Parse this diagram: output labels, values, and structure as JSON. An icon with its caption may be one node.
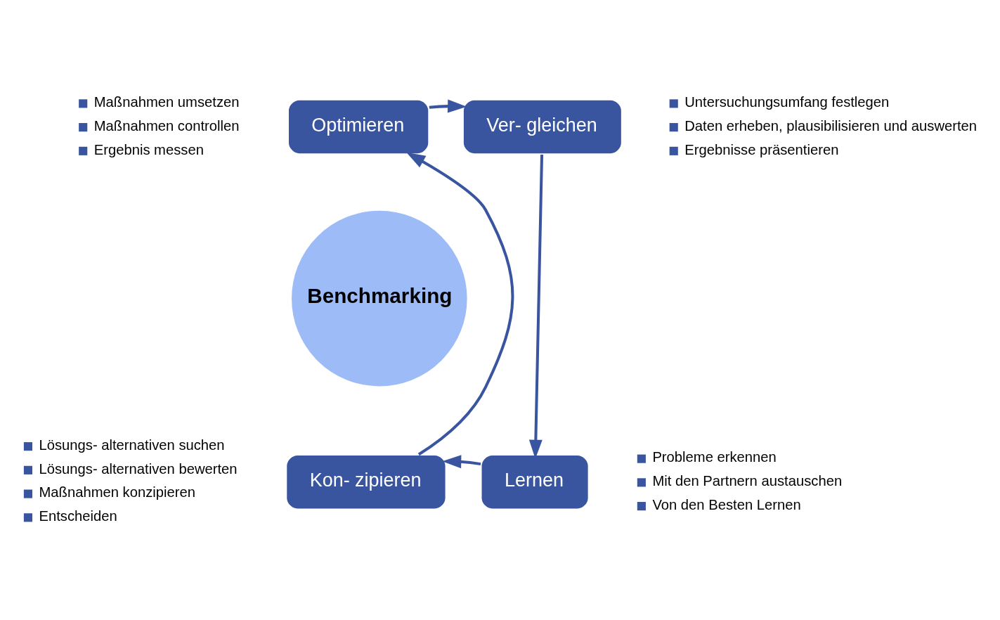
{
  "diagram": {
    "nodes": [
      {
        "text": [
          "Benchmarking"
        ]
      },
      {
        "text": [
          "Optimieren"
        ],
        "beside": [
          "Maßnahmen umsetzen",
          "Maßnahmen controllen",
          "Ergebnis messen"
        ]
      },
      {
        "text": [
          "Ver- gleichen"
        ],
        "beside": [
          "Untersuchungsumfang festlegen",
          "Daten erheben, plausibilisieren und auswerten",
          "Ergebnisse präsentieren"
        ]
      },
      {
        "text": [
          "Lernen"
        ],
        "beside": [
          "Probleme erkennen",
          "Mit den Partnern austauschen",
          "Von den Besten Lernen"
        ]
      },
      {
        "text": [
          "Kon- zipieren"
        ],
        "beside": [
          "Lösungs- alternativen suchen",
          "Lösungs- alternativen bewerten",
          "Maßnahmen konzipieren",
          "Entscheiden"
        ]
      }
    ],
    "edges": [
      {
        "from": 1,
        "to": 2,
        "arrow": "to"
      },
      {
        "from": 2,
        "to": 3,
        "arrow": "to"
      },
      {
        "from": 3,
        "to": 4,
        "arrow": "to"
      },
      {
        "from": 4,
        "to": 1,
        "arrow": "to"
      }
    ]
  }
}
